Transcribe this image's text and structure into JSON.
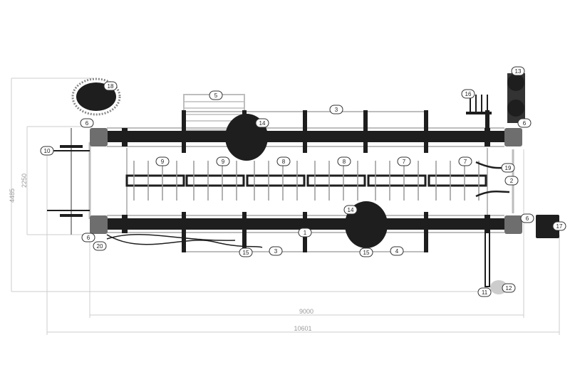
{
  "title": "Obstacle course layout plan view",
  "dimensions": {
    "overall_height": "4485",
    "inner_height": "2250",
    "inner_length": "9000",
    "overall_length": "10601"
  },
  "callouts": [
    "18",
    "6",
    "10",
    "5",
    "3",
    "14",
    "9",
    "9",
    "8",
    "8",
    "7",
    "7",
    "16",
    "13",
    "6",
    "19",
    "2",
    "6",
    "17",
    "14",
    "1",
    "6",
    "20",
    "15",
    "3",
    "15",
    "4",
    "11",
    "12"
  ],
  "colors": {
    "beam": "#1e1e1e",
    "rail": "#bdbdbd",
    "dim_line": "#cccccc",
    "corner": "#6e6e6e"
  }
}
